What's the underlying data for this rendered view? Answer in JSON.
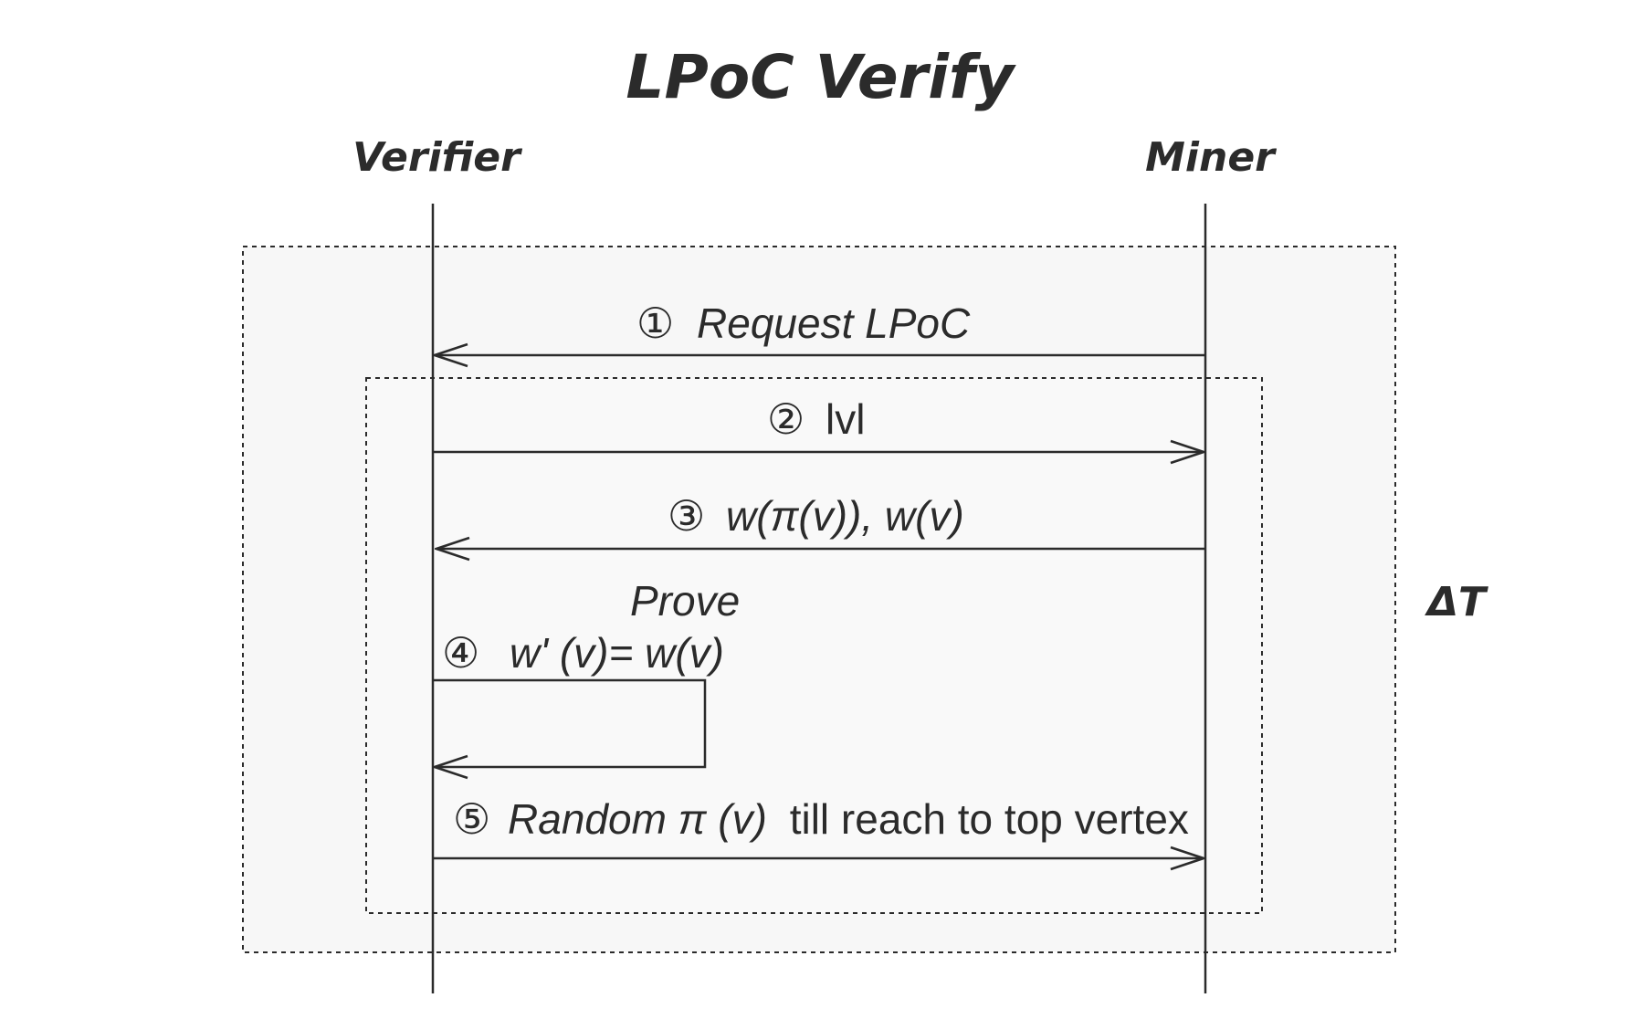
{
  "title": "LPoC Verify",
  "actors": {
    "verifier": "Verifier",
    "miner": "Miner"
  },
  "time_window_label": "ΔT",
  "messages": {
    "m1": {
      "num": "①",
      "text": "Request LPoC"
    },
    "m2": {
      "num": "②",
      "text": "lvl"
    },
    "m3": {
      "num": "③",
      "text": "w(π(v)), w(v)"
    },
    "m4": {
      "num": "④",
      "heading": "Prove",
      "text": "w' (v)= w(v)"
    },
    "m5": {
      "num": "⑤",
      "text_italic": "Random π (v)",
      "text_plain": "till reach to top vertex"
    }
  },
  "colors": {
    "ink": "#2b2b2b",
    "frame_fill": "#f7f7f7"
  }
}
